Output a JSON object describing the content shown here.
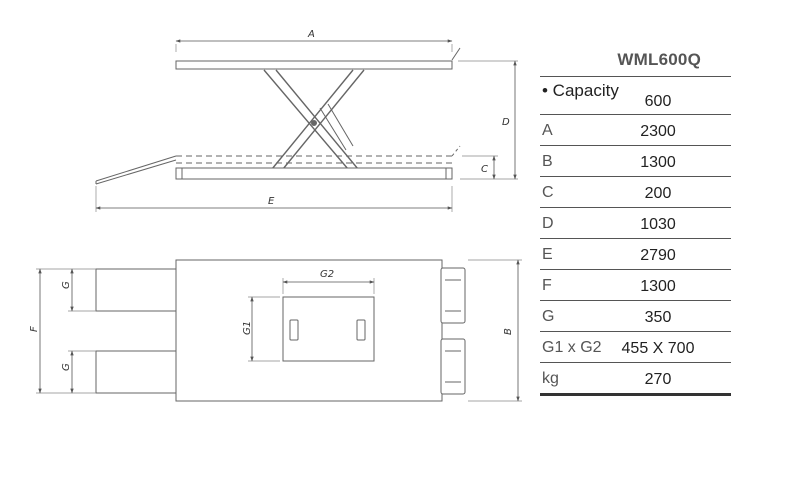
{
  "dims": {
    "A": "A",
    "B": "B",
    "C": "C",
    "D": "D",
    "E": "E",
    "F": "F",
    "G": "G",
    "G1": "G1",
    "G2": "G2"
  },
  "table": {
    "model": "WML600Q",
    "rows": [
      {
        "label": "• Capacity",
        "value": "600"
      },
      {
        "label": "A",
        "value": "2300"
      },
      {
        "label": "B",
        "value": "1300"
      },
      {
        "label": "C",
        "value": "200"
      },
      {
        "label": "D",
        "value": "1030"
      },
      {
        "label": "E",
        "value": "2790"
      },
      {
        "label": "F",
        "value": "1300"
      },
      {
        "label": "G",
        "value": "350"
      },
      {
        "label": "G1 x G2",
        "value": "455 X 700"
      },
      {
        "label": "kg",
        "value": "270"
      }
    ]
  }
}
